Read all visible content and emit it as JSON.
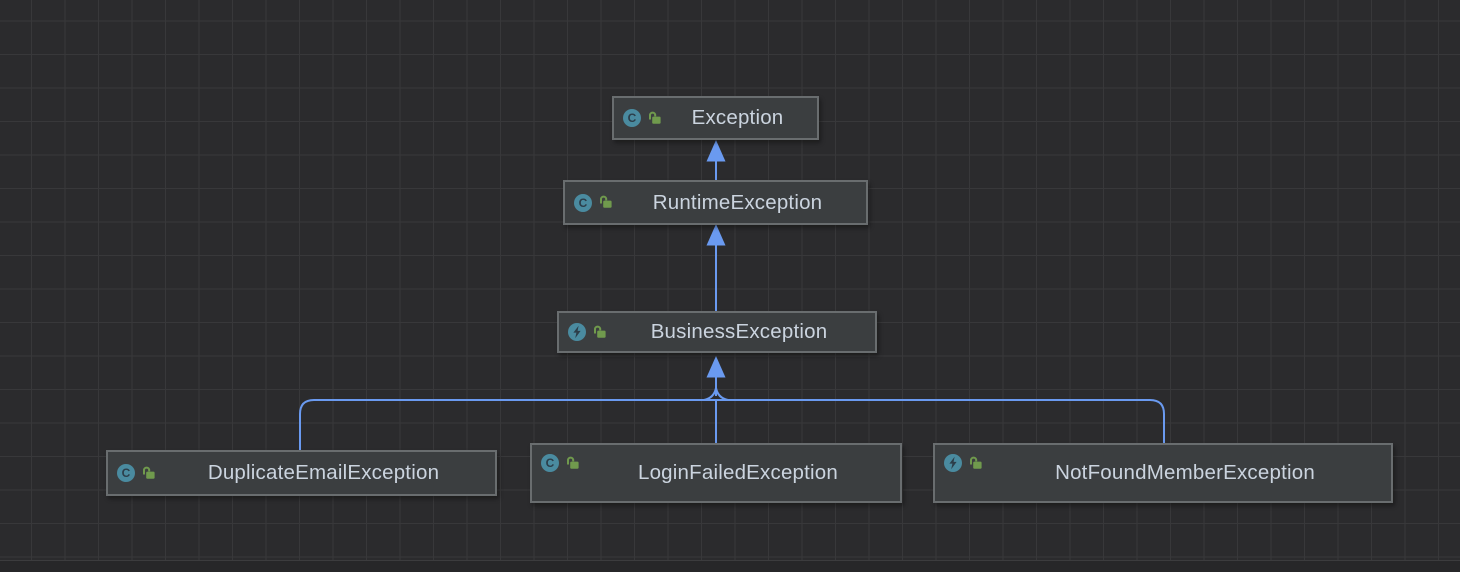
{
  "diagram": {
    "type": "uml-class-inheritance",
    "nodes": [
      {
        "id": "exception",
        "label": "Exception",
        "kind_icon": "class-icon",
        "visibility_icon": "unlocked-icon"
      },
      {
        "id": "runtime-exception",
        "label": "RuntimeException",
        "kind_icon": "class-icon",
        "visibility_icon": "unlocked-icon"
      },
      {
        "id": "business-exception",
        "label": "BusinessException",
        "kind_icon": "exception-class-icon",
        "visibility_icon": "unlocked-icon"
      },
      {
        "id": "duplicate-email-exception",
        "label": "DuplicateEmailException",
        "kind_icon": "class-icon",
        "visibility_icon": "unlocked-icon"
      },
      {
        "id": "login-failed-exception",
        "label": "LoginFailedException",
        "kind_icon": "class-icon",
        "visibility_icon": "unlocked-icon"
      },
      {
        "id": "not-found-member-exception",
        "label": "NotFoundMemberException",
        "kind_icon": "exception-class-icon",
        "visibility_icon": "unlocked-icon"
      }
    ],
    "edges": [
      {
        "from": "RuntimeException",
        "to": "Exception",
        "type": "inheritance-arrow"
      },
      {
        "from": "BusinessException",
        "to": "RuntimeException",
        "type": "inheritance-arrow"
      },
      {
        "from": "DuplicateEmailException",
        "to": "BusinessException",
        "type": "inheritance-arrow"
      },
      {
        "from": "LoginFailedException",
        "to": "BusinessException",
        "type": "inheritance-arrow"
      },
      {
        "from": "NotFoundMemberException",
        "to": "BusinessException",
        "type": "inheritance-arrow"
      }
    ],
    "icon_glyphs": {
      "class_letter": "C"
    },
    "colors": {
      "edge_color": "#6a9af0",
      "node_fill": "#3b3e40",
      "node_border": "#696d6f",
      "node_text": "#cbd4df",
      "icon_circle": "#4a8ba0",
      "icon_glyph": "#2c3e4a",
      "lock_color": "#709a4d",
      "canvas_bg": "#2b2b2d",
      "grid_line": "#38383a"
    }
  }
}
